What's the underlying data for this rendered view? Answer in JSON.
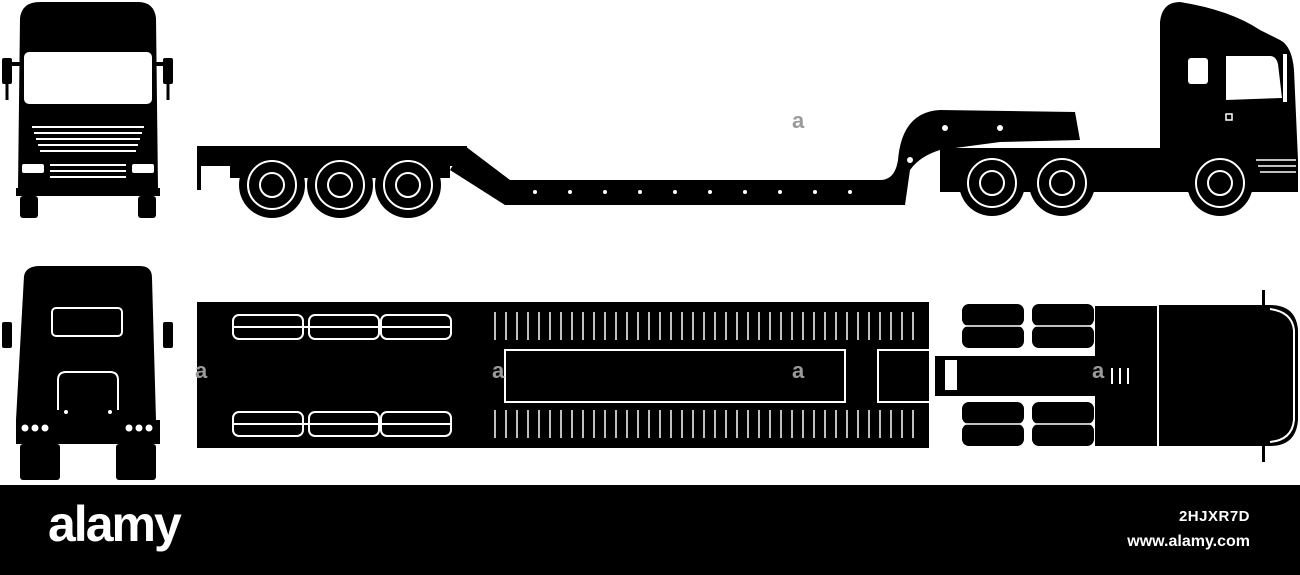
{
  "illustration": {
    "subject": "semi-truck-with-lowboy-trailer",
    "views": [
      "front-view",
      "side-view",
      "rear-view",
      "top-view"
    ],
    "silhouette_color": "#000000",
    "background_color": "#ffffff",
    "watermark_glyph": "a"
  },
  "footer": {
    "brand": "alamy",
    "image_id": "2HJXR7D",
    "url": "www.alamy.com",
    "background_color": "#000000",
    "text_color": "#ffffff"
  }
}
